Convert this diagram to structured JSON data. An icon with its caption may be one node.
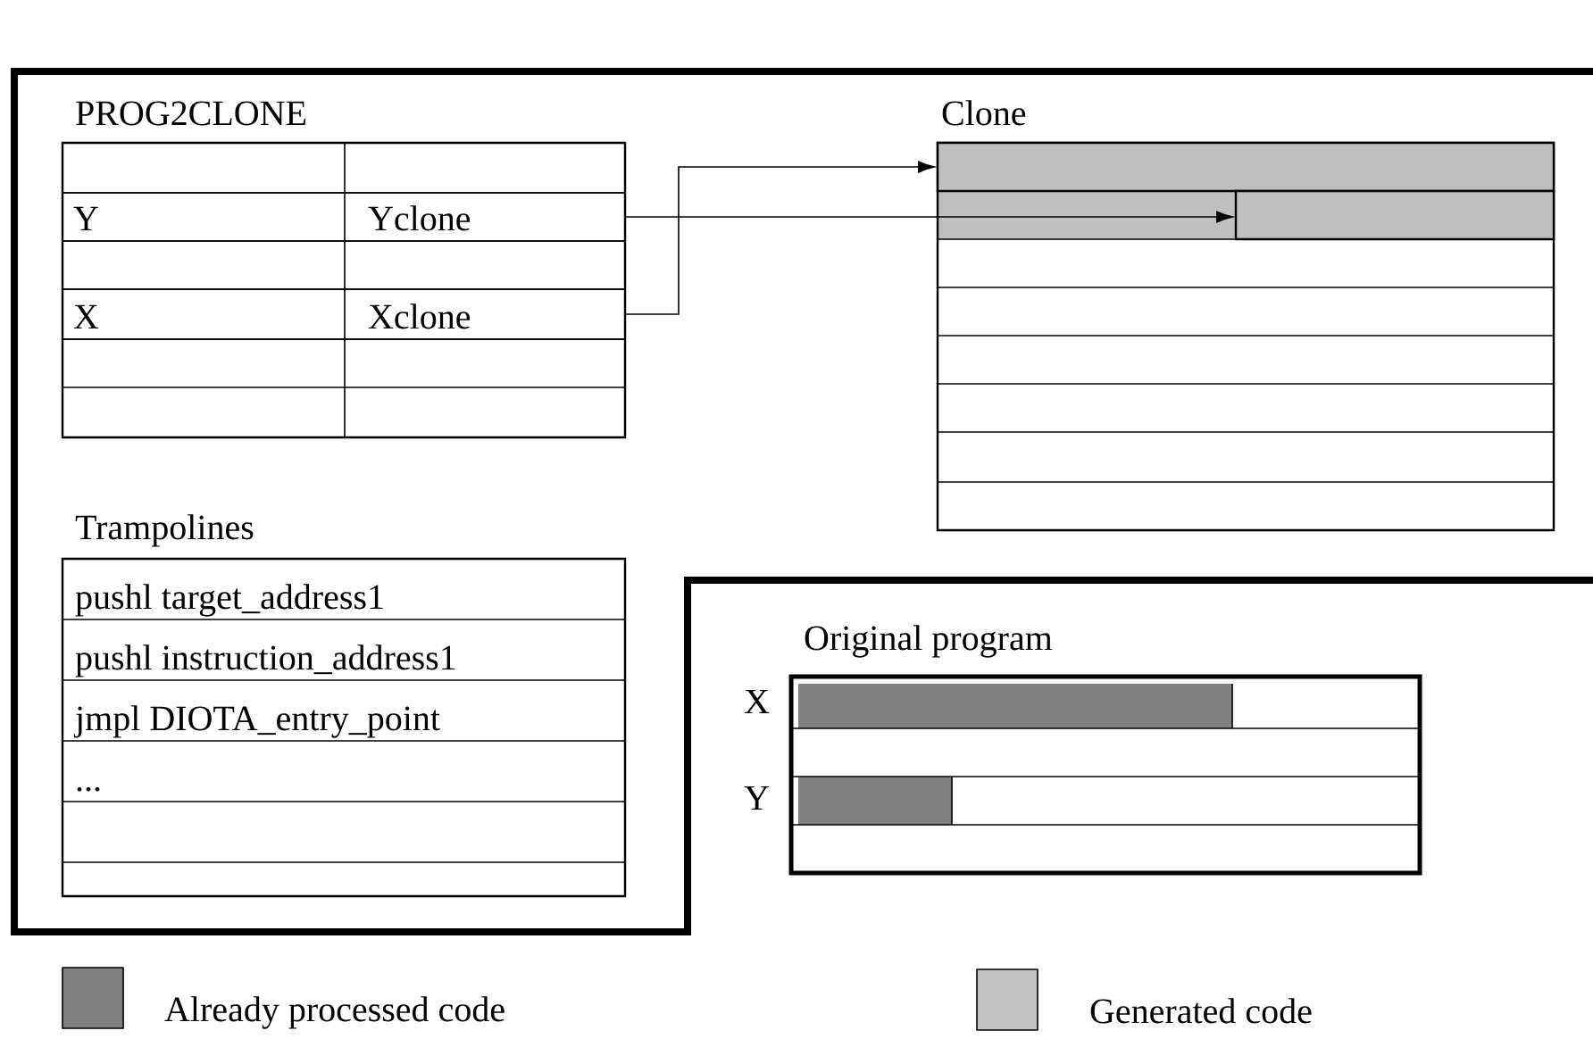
{
  "diagram": {
    "nodes": [
      {
        "text": [
          "PROG2CLONE"
        ]
      },
      {
        "text": [
          "Y",
          "Yclone"
        ],
        "in": 0
      },
      {
        "text": [
          "X",
          "Xclone"
        ],
        "in": 0
      },
      {
        "text": [
          "Clone"
        ]
      },
      {
        "text": [],
        "shape": "bar",
        "in": 3
      },
      {
        "text": [],
        "shape": "bar",
        "in": 3
      },
      {
        "text": [
          "Trampolines"
        ]
      },
      {
        "text": [
          "Original program"
        ],
        "beside": [
          "X",
          "Y"
        ]
      }
    ],
    "edges": [
      {
        "from": 2,
        "to": 4,
        "arrow": "to"
      },
      {
        "from": 1,
        "to": 5,
        "arrow": "to"
      }
    ],
    "labels": [
      "pushl target_address1",
      "pushl instruction_address1",
      "jmpl DIOTA_entry_point",
      "..."
    ],
    "legend": [
      {
        "text": "Already processed code",
        "color": "#808080"
      },
      {
        "text": "Generated code",
        "color": "#c0c0c0"
      }
    ]
  }
}
